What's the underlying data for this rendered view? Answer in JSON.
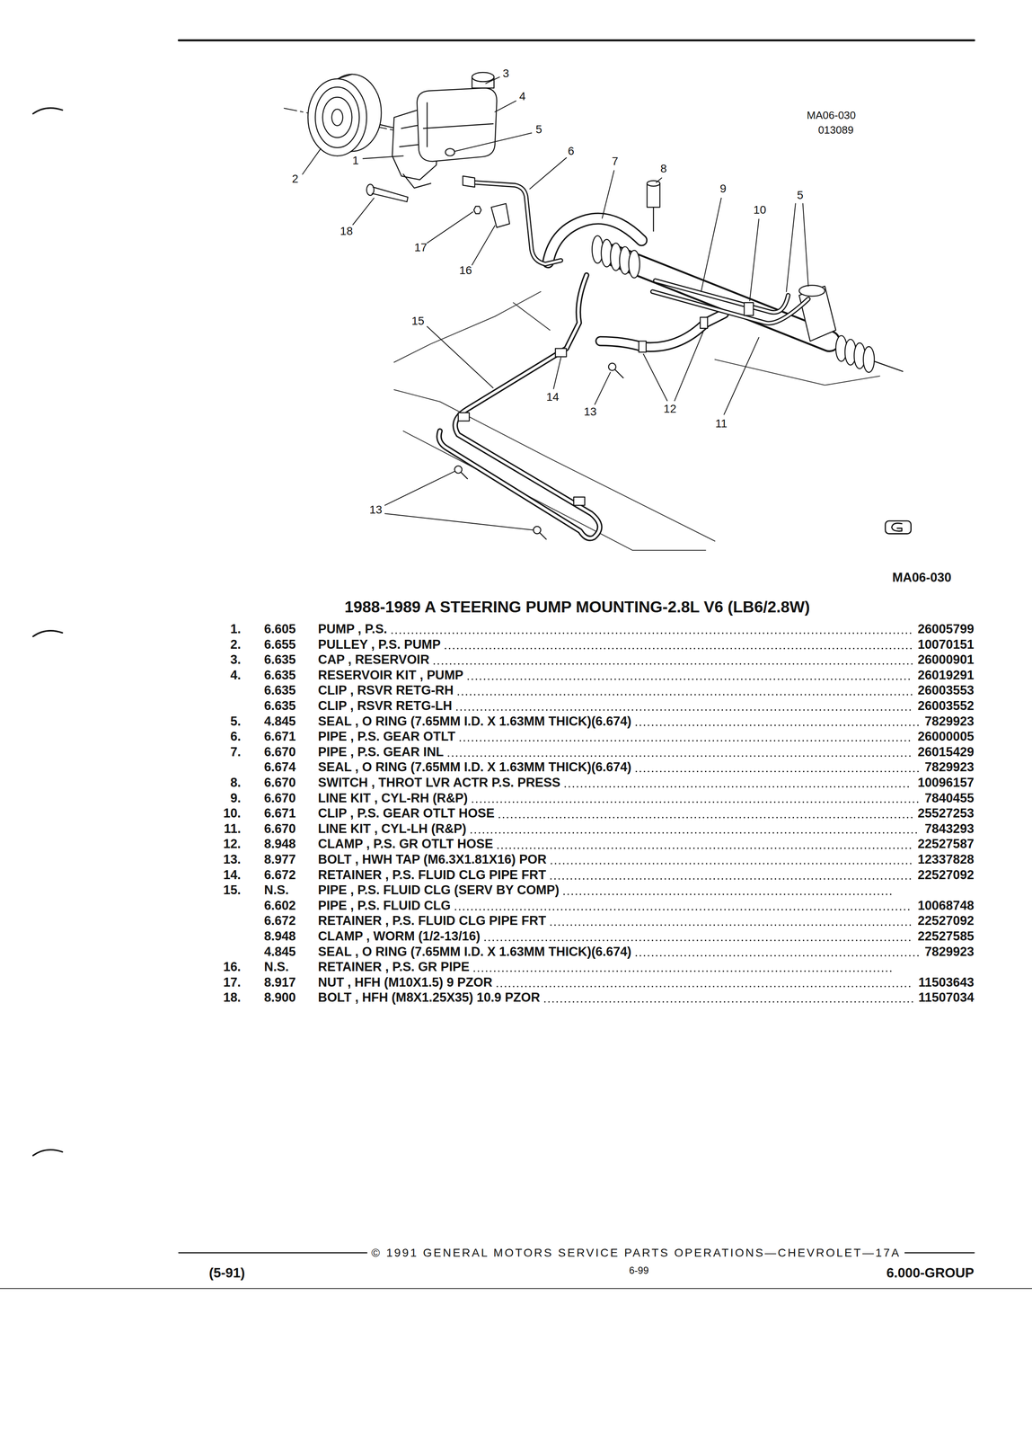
{
  "diagram": {
    "title": "1988-1989 A STEERING PUMP MOUNTING-2.8L V6 (LB6/2.8W)",
    "labels": [
      "3",
      "4",
      "5",
      "6",
      "7",
      "8",
      "9",
      "10",
      "5",
      "2",
      "1",
      "18",
      "17",
      "16",
      "15",
      "14",
      "13",
      "12",
      "11",
      "13",
      "MA06-030",
      "013089",
      "MA06-030",
      "1.",
      "6.605",
      "PUMP , P.S.",
      "26005799",
      "2.",
      "6.655",
      "PULLEY , P.S. PUMP",
      "10070151",
      "3.",
      "6.635",
      "CAP , RESERVOIR",
      "26000901",
      "4.",
      "6.635",
      "RESERVOIR KIT , PUMP",
      "26019291",
      "6.635",
      "CLIP , RSVR RETG-RH",
      "26003553",
      "6.635",
      "CLIP , RSVR RETG-LH",
      "26003552",
      "5.",
      "4.845",
      "SEAL , O RING (7.65MM I.D. X 1.63MM THICK)(6.674)",
      "7829923",
      "6.",
      "6.671",
      "PIPE , P.S. GEAR OTLT",
      "26000005",
      "7.",
      "6.670",
      "PIPE , P.S. GEAR INL",
      "26015429",
      "6.674",
      "SEAL , O RING (7.65MM I.D. X 1.63MM THICK)(6.674)",
      "7829923",
      "8.",
      "6.670",
      "SWITCH , THROT LVR ACTR P.S. PRESS",
      "10096157",
      "9.",
      "6.670",
      "LINE KIT , CYL-RH (R&P)",
      "7840455",
      "10.",
      "6.671",
      "CLIP , P.S. GEAR OTLT HOSE",
      "25527253",
      "11.",
      "6.670",
      "LINE KIT , CYL-LH (R&P)",
      "7843293",
      "12.",
      "8.948",
      "CLAMP , P.S. GR OTLT HOSE",
      "22527587",
      "13.",
      "8.977",
      "BOLT , HWH TAP (M6.3X1.81X16) POR",
      "12337828",
      "14.",
      "6.672",
      "RETAINER , P.S. FLUID CLG PIPE FRT",
      "22527092",
      "15.",
      "N.S.",
      "PIPE , P.S. FLUID CLG (SERV BY COMP)",
      "6.602",
      "PIPE , P.S. FLUID CLG",
      "10068748",
      "6.672",
      "RETAINER , P.S. FLUID CLG PIPE FRT",
      "22527092",
      "8.948",
      "CLAMP , WORM (1/2-13/16)",
      "22527585",
      "4.845",
      "SEAL , O RING (7.65MM I.D. X 1.63MM THICK)(6.674)",
      "7829923",
      "16.",
      "N.S.",
      "RETAINER , P.S. GR PIPE",
      "17.",
      "8.917",
      "NUT , HFH (M10X1.5) 9 PZOR",
      "11503643",
      "18.",
      "8.900",
      "BOLT , HFH (M8X1.25X35) 10.9 PZOR",
      "11507034",
      "© 1991 GENERAL MOTORS SERVICE PARTS OPERATIONS—CHEVROLET—17A",
      "(5-91)",
      "6-99",
      "6.000-GROUP"
    ]
  }
}
